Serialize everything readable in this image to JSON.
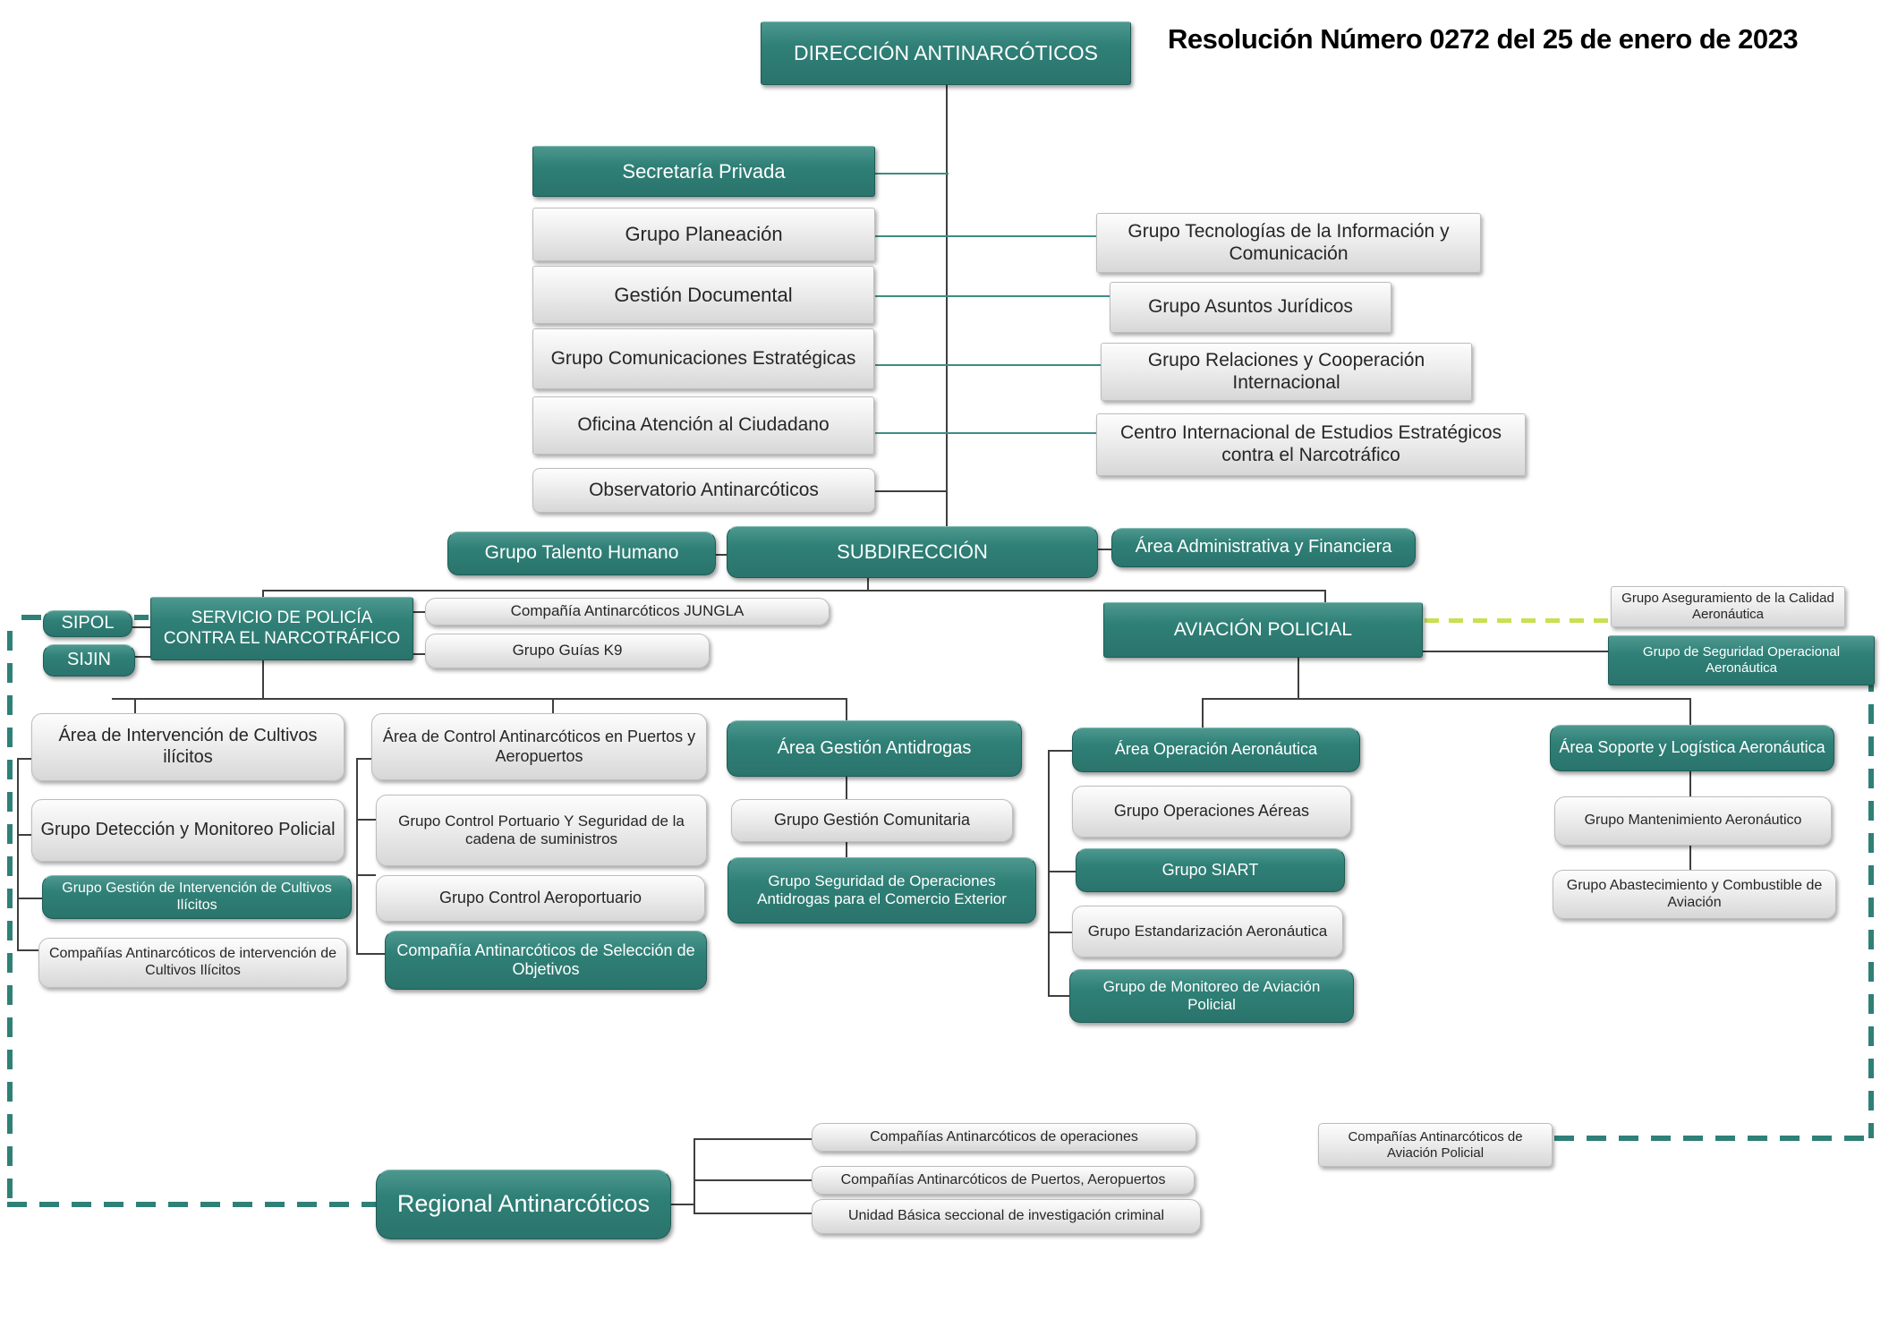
{
  "title": "Resolución Número 0272 del 25 de enero de 2023",
  "colors": {
    "teal_box": "#2F8077",
    "gray_box": "#E3E3E3",
    "dashed_line": "#2F8077",
    "accent_dashed_line": "#CADF52",
    "connector_line": "#3F3F3F"
  },
  "org": {
    "direccion": "DIRECCIÓN ANTINARCÓTICOS",
    "secretaria": "Secretaría Privada",
    "planeacion": "Grupo Planeación",
    "gestion_documental": "Gestión Documental",
    "comunicaciones": "Grupo Comunicaciones Estratégicas",
    "oficina_atencion": "Oficina Atención al Ciudadano",
    "observatorio": "Observatorio Antinarcóticos",
    "tecnologias": "Grupo Tecnologías de la Información y Comunicación",
    "asuntos_juridicos": "Grupo Asuntos Jurídicos",
    "relaciones": "Grupo Relaciones y Cooperación Internacional",
    "centro_internacional": "Centro Internacional de Estudios Estratégicos contra el Narcotráfico",
    "talento_humano": "Grupo Talento Humano",
    "subdireccion": "SUBDIRECCIÓN",
    "area_administrativa": "Área Administrativa y Financiera",
    "sipol": "SIPOL",
    "sijin": "SIJIN",
    "servicio_policia": "SERVICIO DE POLICÍA CONTRA EL NARCOTRÁFICO",
    "jungla": "Compañía Antinarcóticos JUNGLA",
    "guias_k9": "Grupo Guías K9",
    "aviacion_policial": "AVIACIÓN POLICIAL",
    "aseguramiento_calidad": "Grupo Aseguramiento de la Calidad Aeronáutica",
    "seguridad_operacional": "Grupo de Seguridad Operacional Aeronáutica",
    "area_intervencion": "Área de Intervención de Cultivos ilícitos",
    "deteccion_monitoreo": "Grupo Detección y Monitoreo Policial",
    "gestion_intervencion": "Grupo Gestión de Intervención de Cultivos Ilícitos",
    "companias_intervencion": "Compañías Antinarcóticos de intervención de Cultivos Ilícitos",
    "area_control": "Área de Control Antinarcóticos en Puertos y Aeropuertos",
    "control_portuario": "Grupo Control Portuario Y Seguridad de la cadena de suministros",
    "control_aeroportuario": "Grupo Control Aeroportuario",
    "compania_seleccion": "Compañía Antinarcóticos de Selección de Objetivos",
    "area_gestion_antidrogas": "Área Gestión Antidrogas",
    "gestion_comunitaria": "Grupo Gestión Comunitaria",
    "seguridad_operaciones": "Grupo Seguridad de Operaciones Antidrogas para el Comercio Exterior",
    "area_operacion": "Área Operación Aeronáutica",
    "operaciones_aereas": "Grupo Operaciones Aéreas",
    "siart": "Grupo SIART",
    "estandarizacion": "Grupo Estandarización Aeronáutica",
    "monitoreo_aviacion": "Grupo de Monitoreo de Aviación Policial",
    "area_soporte": "Área Soporte y Logística Aeronáutica",
    "mantenimiento": "Grupo Mantenimiento Aeronáutico",
    "abastecimiento": "Grupo Abastecimiento y Combustible de Aviación",
    "regional": "Regional Antinarcóticos",
    "companias_operaciones": "Compañías Antinarcóticos de operaciones",
    "companias_puertos": "Compañías Antinarcóticos de Puertos, Aeropuertos",
    "unidad_basica": "Unidad Básica seccional de investigación criminal",
    "companias_aviacion": "Compañías Antinarcóticos de Aviación Policial"
  }
}
